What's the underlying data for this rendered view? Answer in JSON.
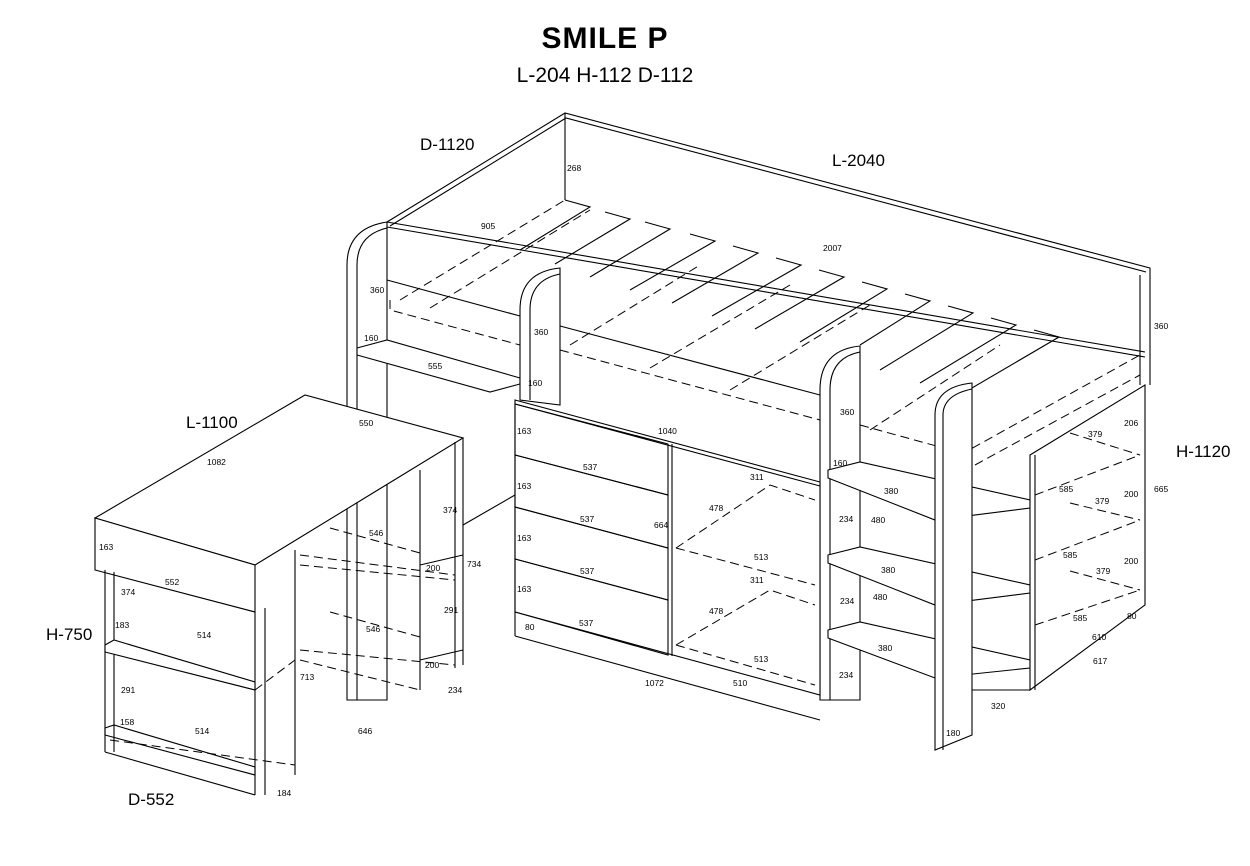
{
  "title": "SMILE P",
  "subtitle": "L-204 H-112 D-112",
  "dimensions_main": [
    "D-1120",
    "L-2040",
    "L-1100",
    "H-1120",
    "H-750",
    "D-552"
  ],
  "dimensions_detail": [
    "268",
    "905",
    "2007",
    "360",
    "360",
    "160",
    "555",
    "360",
    "160",
    "360",
    "163",
    "1040",
    "206",
    "379",
    "550",
    "1082",
    "537",
    "311",
    "160",
    "163",
    "380",
    "585",
    "379",
    "200",
    "665",
    "478",
    "374",
    "234",
    "480",
    "537",
    "664",
    "163",
    "546",
    "163",
    "513",
    "200",
    "734",
    "585",
    "200",
    "379",
    "380",
    "552",
    "537",
    "311",
    "374",
    "163",
    "234",
    "480",
    "291",
    "478",
    "514",
    "183",
    "546",
    "80",
    "537",
    "585",
    "80",
    "610",
    "380",
    "513",
    "617",
    "200",
    "291",
    "713",
    "234",
    "234",
    "1072",
    "510",
    "320",
    "158",
    "514",
    "646",
    "180",
    "184"
  ]
}
